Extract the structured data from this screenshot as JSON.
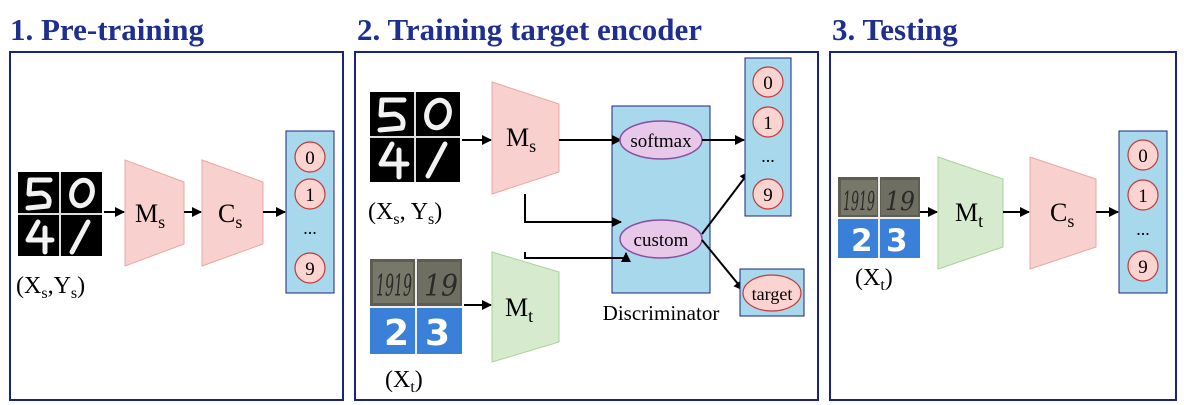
{
  "sections": [
    {
      "title": "1. Pre-training"
    },
    {
      "title": "2. Training target encoder"
    },
    {
      "title": "3. Testing"
    }
  ],
  "blocks": {
    "ms": {
      "letter": "M",
      "sub": "s"
    },
    "mt": {
      "letter": "M",
      "sub": "t"
    },
    "cs": {
      "letter": "C",
      "sub": "s"
    }
  },
  "captions": {
    "p1_source": {
      "x": "X",
      "xs": "s",
      "sep": ",",
      "y": "Y",
      "ys": "s"
    },
    "p2_source": {
      "x": "X",
      "xs": "s",
      "sep": ", ",
      "y": "Y",
      "ys": "s"
    },
    "target": {
      "x": "X",
      "xs": "t"
    }
  },
  "outputs": {
    "first": "0",
    "second": "1",
    "ellipsis": "...",
    "last": "9"
  },
  "discriminator": {
    "label": "Discriminator",
    "softmax": "softmax",
    "custom": "custom",
    "target": "target"
  },
  "images": {
    "mnist_digits": [
      "5",
      "0",
      "4",
      "1"
    ],
    "svhn_top": [
      "1919",
      "19"
    ],
    "svhn_bottom": [
      "2",
      "3"
    ]
  },
  "colors": {
    "title": "#1f2f8f",
    "panel_border": "#1a237e",
    "output_box": "#a8d8ec",
    "source_block": "#f8d1ce",
    "target_block": "#d6ebcd",
    "output_circle": "#fbd3d1",
    "discriminator_node": "#e8c8e8"
  }
}
